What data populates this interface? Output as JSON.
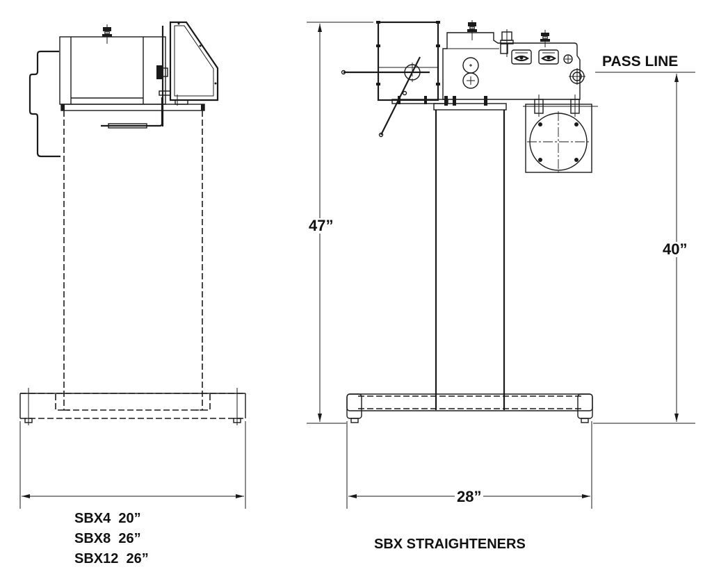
{
  "drawing": {
    "title": "SBX STRAIGHTENERS",
    "views": [
      {
        "name": "side-view",
        "description": "Left side view of straightener on pedestal stand"
      },
      {
        "name": "front-view",
        "description": "Front view of straightener with reel and motor on pedestal stand"
      }
    ],
    "annotations": {
      "pass_line": "PASS LINE"
    },
    "dimensions": {
      "overall_height": "47”",
      "pass_line_height": "40”",
      "front_base_width": "28”"
    },
    "side_base_widths": [
      {
        "model": "SBX4",
        "width": "20”",
        "text": "SBX4  20”"
      },
      {
        "model": "SBX8",
        "width": "26”",
        "text": "SBX8  26”"
      },
      {
        "model": "SBX12",
        "width": "26”",
        "text": "SBX12  26”"
      }
    ],
    "colors": {
      "line": "#1a1a1a",
      "background": "#ffffff"
    }
  }
}
